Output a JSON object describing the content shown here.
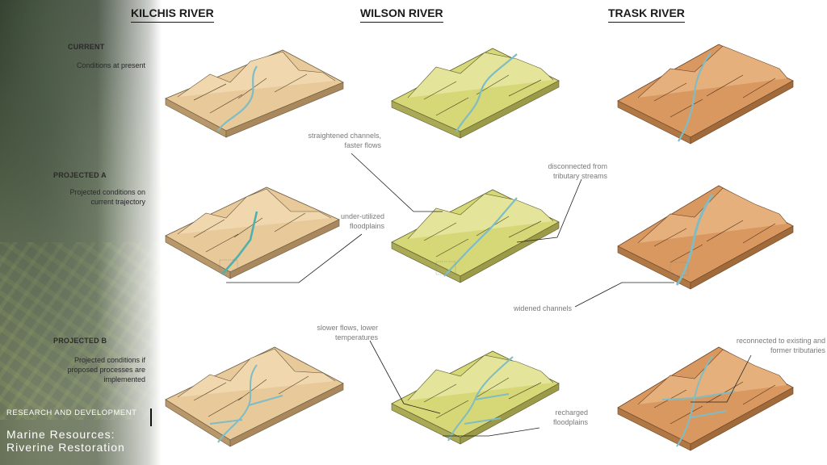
{
  "columns": {
    "kilchis": "KILCHIS RIVER",
    "wilson": "WILSON RIVER",
    "trask": "TRASK RIVER"
  },
  "rows": {
    "current": {
      "head": "CURRENT",
      "desc": "Conditions at present"
    },
    "projected_a": {
      "head": "PROJECTED A",
      "desc": "Projected conditions on current trajectory"
    },
    "projected_b": {
      "head": "PROJECTED B",
      "desc": "Projected conditions if proposed processes are implemented"
    }
  },
  "annotations": {
    "straightened": "straightened channels, faster flows",
    "disconnected": "disconnected from tributary streams",
    "underutilized": "under-utilized floodplains",
    "widened": "widened channels",
    "slower": "slower flows, lower temperatures",
    "reconnected": "reconnected to existing and former tributaries",
    "recharged": "recharged floodplains"
  },
  "footer": {
    "section": "RESEARCH AND DEVELOPMENT",
    "title_line1": "Marine Resources:",
    "title_line2": "Riverine Restoration"
  },
  "colors": {
    "kilchis": "#e8c99a",
    "wilson": "#d6d777",
    "trask": "#d99860",
    "water": "#7fbcc4"
  }
}
